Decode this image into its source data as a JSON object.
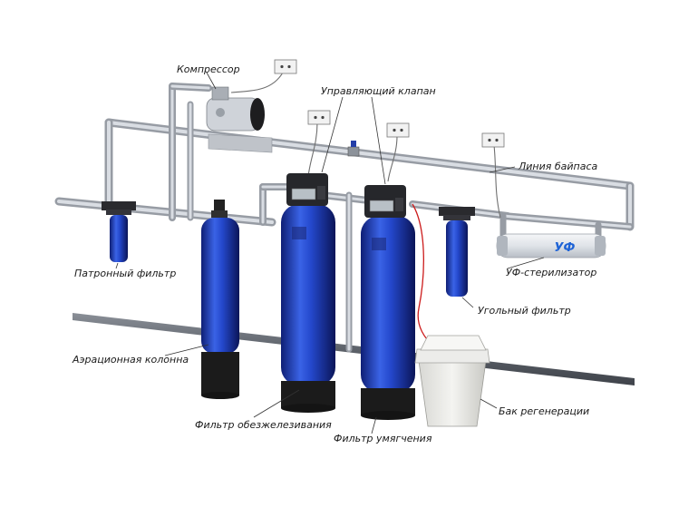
{
  "labels": {
    "compressor": "Компрессор",
    "control_valve": "Управляющий клапан",
    "bypass_line": "Линия байпаса",
    "cartridge_filter": "Патронный фильтр",
    "uv_sterilizer": "УФ-стерилизатор",
    "carbon_filter": "Угольный фильтр",
    "aeration_column": "Аэрационная колонна",
    "iron_removal_filter": "Фильтр обезжелезивания",
    "softening_filter": "Фильтр умягчения",
    "regeneration_tank": "Бак регенерации"
  },
  "uv_unit_text": "УФ",
  "colors": {
    "vessel_blue": "#1f3fb8",
    "vessel_base": "#1b1b1b",
    "pipe": "#b9bec6",
    "uv_text": "#1e63d6",
    "power_cable": "#cc1b1b"
  },
  "icons": [
    "compressor-icon",
    "control-head-icon",
    "power-outlet-icon",
    "valve-icon",
    "uv-lamp-icon",
    "brine-tank-icon"
  ]
}
